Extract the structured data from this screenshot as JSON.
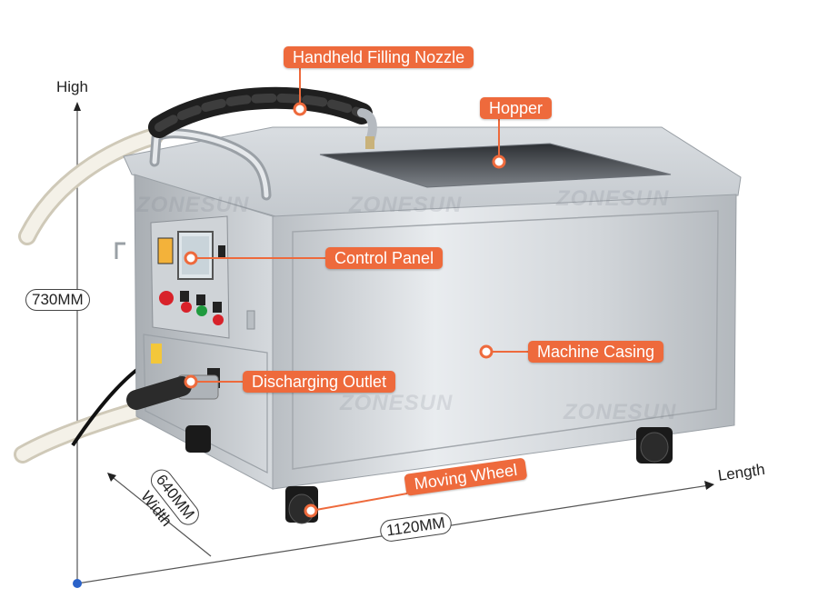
{
  "labels": {
    "nozzle": "Handheld Filling Nozzle",
    "hopper": "Hopper",
    "control_panel": "Control Panel",
    "casing": "Machine Casing",
    "outlet": "Discharging Outlet",
    "wheel": "Moving Wheel"
  },
  "dimensions": {
    "high_label": "High",
    "high_value": "730MM",
    "width_label": "Width",
    "width_value": "640MM",
    "length_label": "Length",
    "length_value": "1120MM"
  },
  "watermark": "ZONESUN",
  "colors": {
    "accent": "#ee6a3c",
    "axis_dot": "#2a62c9"
  }
}
